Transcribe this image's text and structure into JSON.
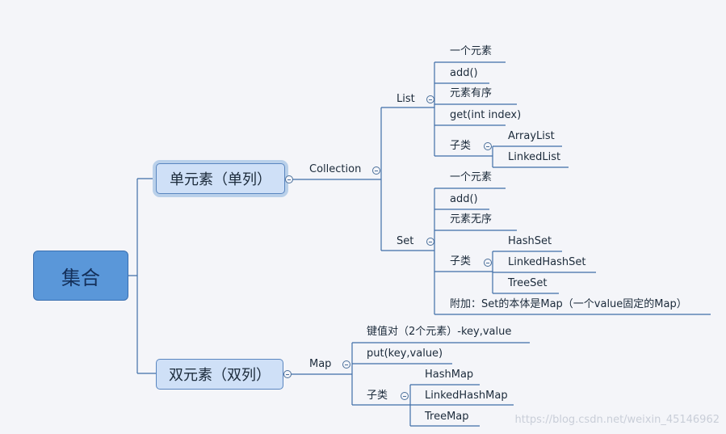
{
  "root": "集合",
  "single": {
    "label": "单元素（单列）",
    "collection": "Collection",
    "list": {
      "label": "List",
      "items": [
        "一个元素",
        "add()",
        "元素有序",
        "get(int index)"
      ],
      "sub_label": "子类",
      "subs": [
        "ArrayList",
        "LinkedList"
      ]
    },
    "set": {
      "label": "Set",
      "items": [
        "一个元素",
        "add()",
        "元素无序"
      ],
      "sub_label": "子类",
      "subs": [
        "HashSet",
        "LinkedHashSet",
        "TreeSet"
      ],
      "note": "附加：Set的本体是Map（一个value固定的Map）"
    }
  },
  "double": {
    "label": "双元素（双列）",
    "map": {
      "label": "Map",
      "items": [
        "键值对（2个元素）-key,value",
        "put(key,value)"
      ],
      "sub_label": "子类",
      "subs": [
        "HashMap",
        "LinkedHashMap",
        "TreeMap"
      ]
    }
  },
  "watermark": "https://blog.csdn.net/weixin_45146962"
}
